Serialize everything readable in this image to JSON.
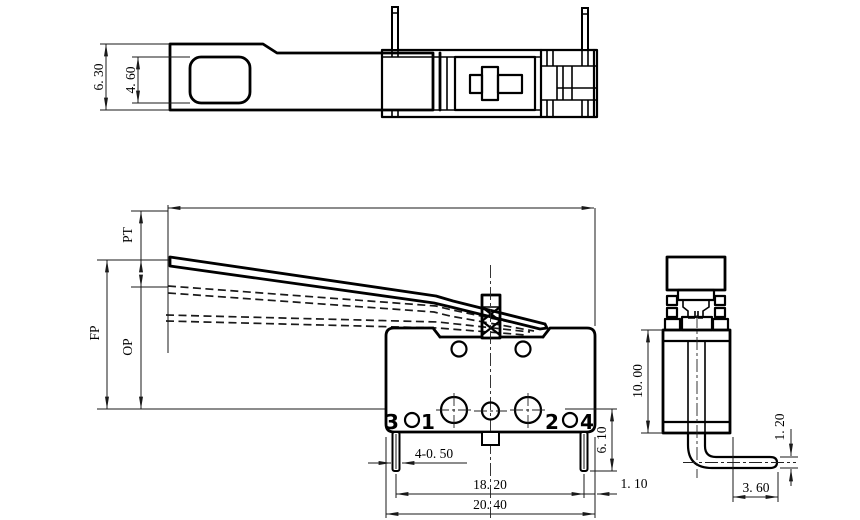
{
  "top_view": {
    "overall_width": "6. 30",
    "hole_width": "4. 60"
  },
  "front_view": {
    "pretravel": "PT",
    "free_position": "FP",
    "operating_position": "OP",
    "terminal_thickness": "4-0. 50",
    "terminal_pitch": "18. 20",
    "overall_length": "20. 40",
    "terminal_length": "6. 10",
    "terminal_offset": "1. 10",
    "terminals": {
      "t3": "3",
      "t1": "1",
      "t2": "2",
      "t4": "4"
    }
  },
  "side_view": {
    "body_height": "10. 00",
    "terminal_thickness": "1. 20",
    "terminal_leg_length": "3. 60"
  }
}
